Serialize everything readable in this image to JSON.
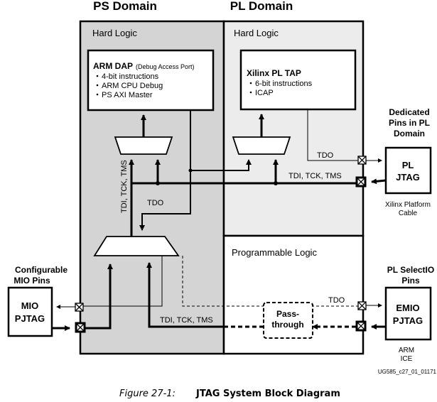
{
  "domains": {
    "ps": "PS Domain",
    "pl": "PL Domain"
  },
  "regions": {
    "ps_hard_logic": "Hard Logic",
    "pl_hard_logic": "Hard Logic",
    "programmable_logic": "Programmable Logic"
  },
  "arm_dap": {
    "title": "ARM DAP",
    "subtitle": "(Debug Access Port)",
    "items": [
      "4-bit instructions",
      "ARM CPU Debug",
      "PS AXI Master"
    ]
  },
  "pl_tap": {
    "title": "Xilinx PL TAP",
    "items": [
      "6-bit instructions",
      "ICAP"
    ]
  },
  "signals": {
    "tdo_top": "TDO",
    "tdi_tck_tms_top": "TDI, TCK, TMS",
    "vertical": "TDI, TCK, TMS",
    "tdo_mid": "TDO",
    "tdo_bottom": "TDO",
    "tdi_tck_tms_bottom": "TDI, TCK, TMS"
  },
  "dedicated_pins": [
    "Dedicated",
    "Pins in PL",
    "Domain"
  ],
  "pl_jtag": {
    "label_line1": "PL",
    "label_line2": "JTAG",
    "cable_line1": "Xilinx Platform",
    "cable_line2": "Cable"
  },
  "configurable_mio": [
    "Configurable",
    "MIO Pins"
  ],
  "mio_pjtag": {
    "label_line1": "MIO",
    "label_line2": "PJTAG"
  },
  "pl_selectio": [
    "PL SelectIO",
    "Pins"
  ],
  "emio_pjtag": {
    "label_line1": "EMIO",
    "label_line2": "PJTAG",
    "sub_line1": "ARM",
    "sub_line2": "ICE"
  },
  "passthrough": {
    "line1": "Pass-",
    "line2": "through"
  },
  "figure_id": "UG585_c27_01_01171",
  "caption": {
    "figure_label": "Figure 27-1:",
    "title": "JTAG System Block Diagram"
  },
  "colors": {
    "ps_fill": "#d4d4d4",
    "pl_hard_fill": "#ececec",
    "pl_prog_fill": "#ffffff",
    "line": "#000000"
  }
}
